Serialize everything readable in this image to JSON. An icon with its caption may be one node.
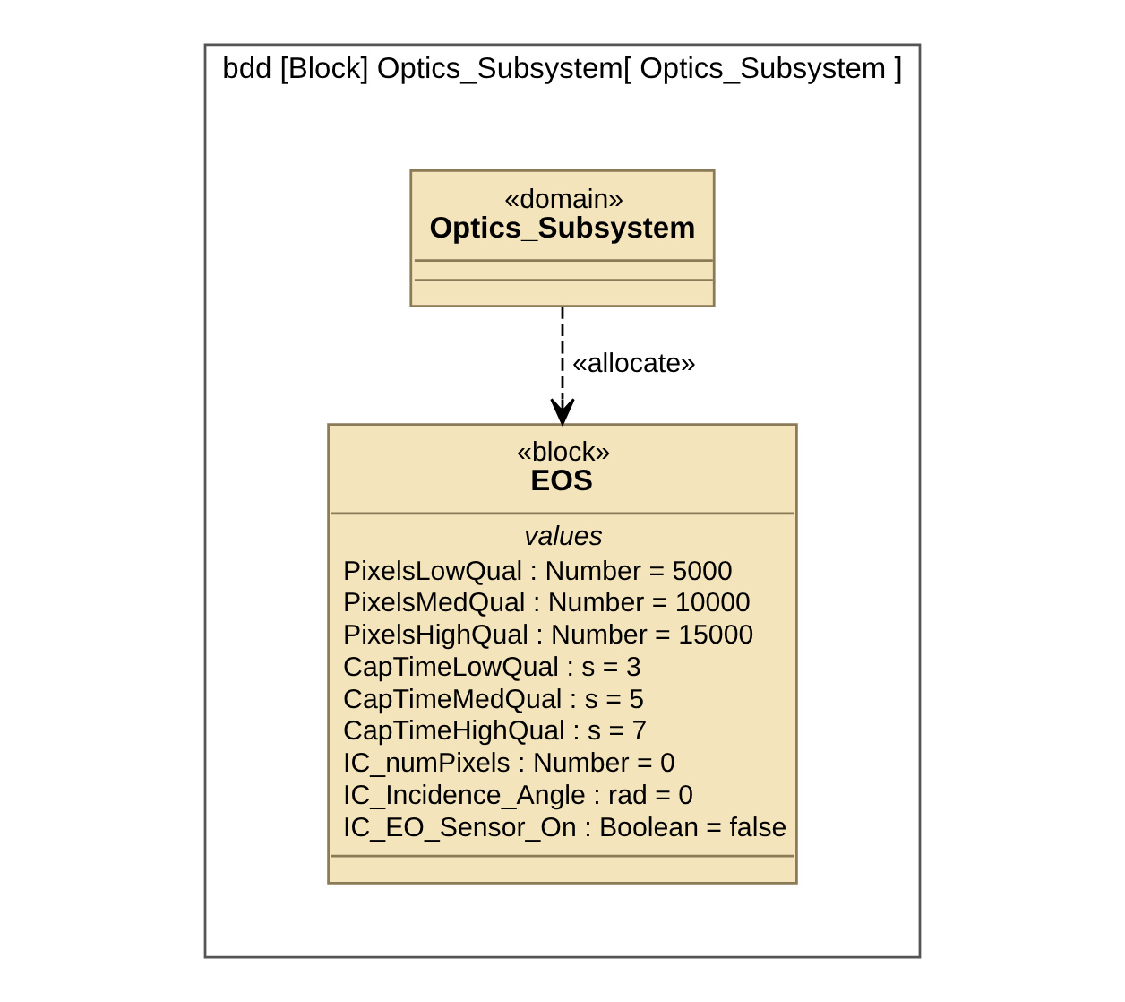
{
  "diagram": {
    "nodes": [
      {
        "text": [
          "bdd [Block] Optics_Subsystem[ Optics_Subsystem ]"
        ]
      },
      {
        "text": [
          "«domain»",
          "Optics_Subsystem"
        ],
        "in": 0
      },
      {
        "text": [
          "«block»",
          "EOS",
          "values",
          "PixelsLowQual : Number = 5000",
          "PixelsMedQual : Number = 10000",
          "PixelsHighQual : Number = 15000",
          "CapTimeLowQual : s = 3",
          "CapTimeMedQual : s = 5",
          "CapTimeHighQual : s = 7",
          "IC_numPixels : Number = 0",
          "IC_Incidence_Angle : rad = 0",
          "IC_EO_Sensor_On : Boolean = false"
        ],
        "in": 0
      }
    ],
    "edges": [
      {
        "from": 1,
        "to": 2,
        "arrow": "to",
        "label": "«allocate»",
        "style": "dashed"
      }
    ]
  }
}
